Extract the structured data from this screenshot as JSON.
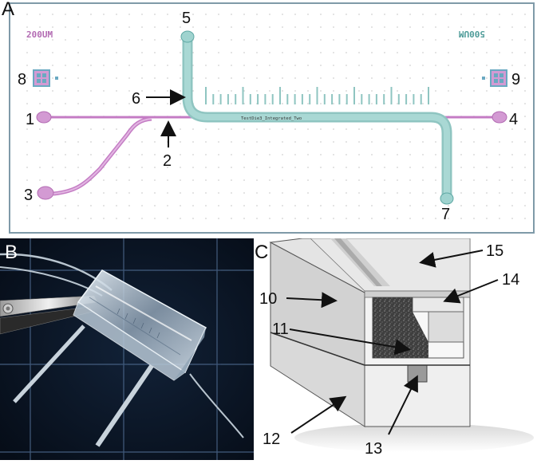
{
  "panelA": {
    "letter": "A",
    "scale_left": "200UM",
    "scale_right": "500UM",
    "device_label": "TestDie3_Integrated_Two",
    "callouts": [
      "1",
      "2",
      "3",
      "4",
      "5",
      "6",
      "7",
      "8",
      "9"
    ],
    "colors": {
      "pink": "#c47cc4",
      "pink_fill": "#d39ad3",
      "teal": "#6fb9b6",
      "teal_fill": "#9fd3cf",
      "frame": "#8fa8b5",
      "dot": "#cfcfcf"
    }
  },
  "panelB": {
    "letter": "B",
    "colors": {
      "background": "#0b1626",
      "grid": "#4e6a8e"
    }
  },
  "panelC": {
    "letter": "C",
    "callouts": [
      "10",
      "11",
      "12",
      "13",
      "14",
      "15"
    ],
    "colors": {
      "gray": "#d8d8d8",
      "dark": "#333333"
    }
  }
}
